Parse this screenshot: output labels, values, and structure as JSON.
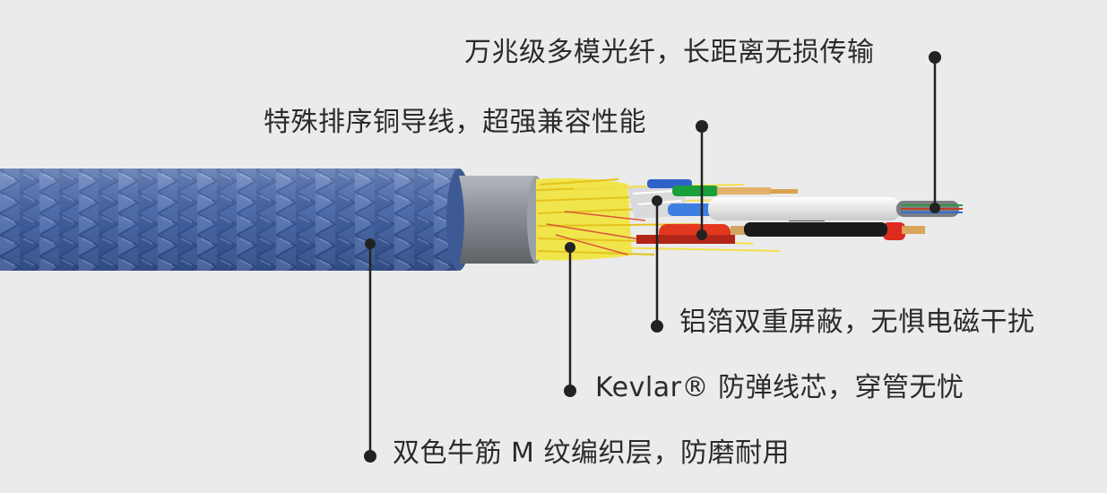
{
  "labels": {
    "fiber": "万兆级多模光纤，长距离无损传输",
    "copper": "特殊排序铜导线，超强兼容性能",
    "shield": "铝箔双重屏蔽，无惧电磁干扰",
    "kevlar": "Kevlar® 防弹线芯，穿管无忧",
    "braid": "双色牛筋 M 纹编织层，防磨耐用"
  },
  "colors": {
    "background": "#ebebeb",
    "braid": "#4a6aa8",
    "jacket": "#7d8389",
    "kevlar": "#f0e34a",
    "leader": "#222222"
  }
}
